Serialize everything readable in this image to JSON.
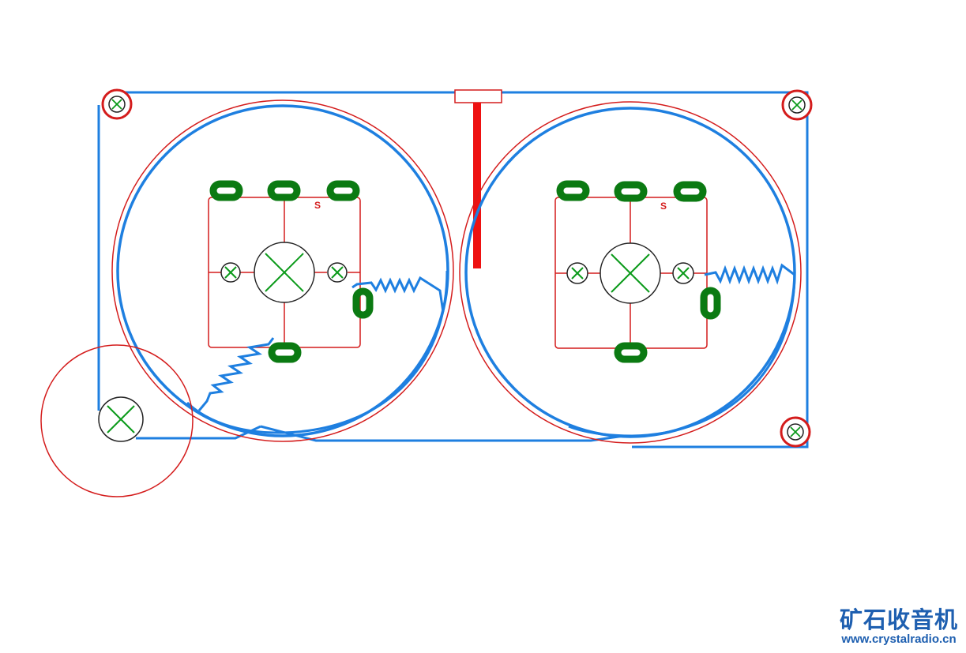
{
  "colors": {
    "wire": "#1e7fe0",
    "outline": "#d41c1c",
    "pad": "#0b7a12",
    "slider_bar": "#ee1111",
    "watermark": "#1e5fb0"
  },
  "icons": {
    "screw": "circle-x-icon",
    "pad": "oval-pad-icon",
    "spring": "zigzag-spring-icon"
  },
  "coils": [
    {
      "name": "coil-left",
      "pad_label": "S"
    },
    {
      "name": "coil-right",
      "pad_label": "S"
    }
  ],
  "watermark": {
    "title": "矿石收音机",
    "url": "www.crystalradio.cn"
  }
}
